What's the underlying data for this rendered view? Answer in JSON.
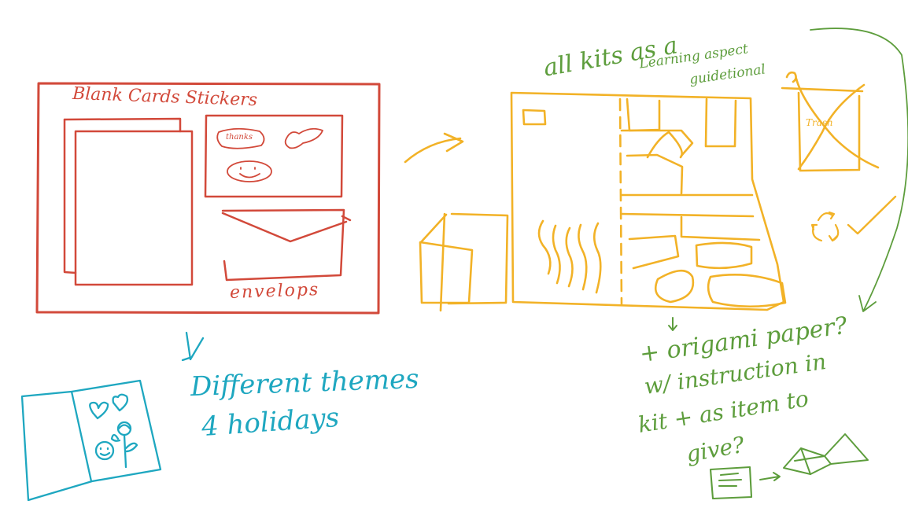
{
  "colors": {
    "red": "#d2493a",
    "teal": "#1ea7c0",
    "green": "#5d9d3c",
    "gold": "#f2b227"
  },
  "red_kit": {
    "title": "Blank Cards Stickers",
    "sticker_text": "thanks",
    "envelope_label": "envelops"
  },
  "teal_note": {
    "line1": "Different themes",
    "line2": "4 holidays"
  },
  "green_note_top": {
    "line1": "all kits as a",
    "line2": "Learning aspect",
    "line3": "guidetional"
  },
  "trash_label": "Trash",
  "green_note_bottom": {
    "line1": "+ origami paper?",
    "line2": "w/ instruction in",
    "line3": "kit + as item to",
    "line4": "give?"
  },
  "icons": [
    "arrow-icon",
    "heart-icon",
    "flower-icon",
    "smiley-icon",
    "recycle-icon",
    "checkmark-icon",
    "paper-crane-icon",
    "instruction-sheet-icon"
  ]
}
